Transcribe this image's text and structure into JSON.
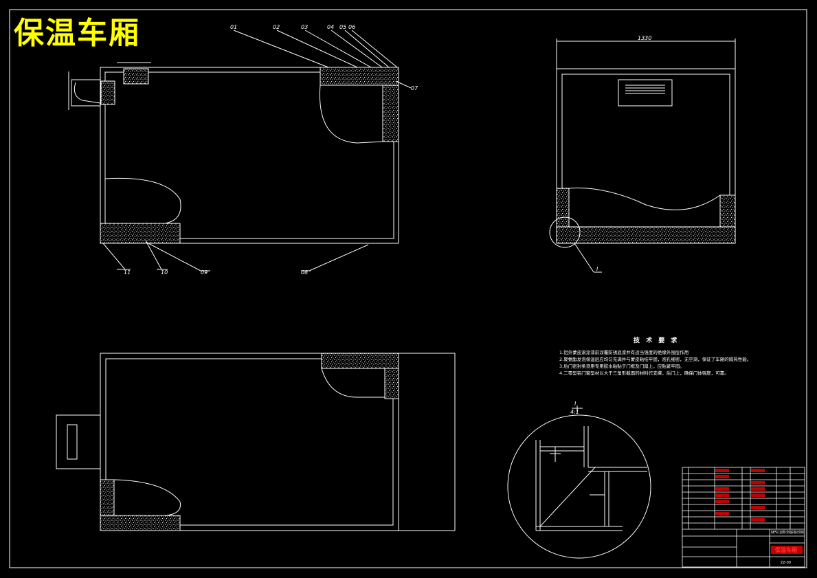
{
  "drawing": {
    "title": "保温车厢",
    "part_labels_top": [
      "01",
      "02",
      "03",
      "04",
      "05",
      "06"
    ],
    "part_label_right": "07",
    "part_labels_bottom": [
      "11",
      "10",
      "09",
      "08"
    ],
    "dim_top_width": "1330",
    "section_label": "I",
    "detail_label": "I",
    "detail_scale": "4:1"
  },
  "tech_req": {
    "heading": "技 术 要 求",
    "items": [
      "1.铝外蒙皮滚涂漆前涂覆防锈底漆并有适当强度的绝缘外围层作用",
      "2.聚氨酯发泡保温层应均匀充满并与蒙皮粘结牢固，泡孔细密，无空洞，保证了车厢的隔热性能。",
      "3.后门密封条须用专用胶水粘贴于门框及门扇上，应贴紧牢固。",
      "4.二零型铝门窗型材以大于三角形截面的材料作支撑，后门上，确保门体强度，可靠。"
    ]
  },
  "title_block": {
    "name": "保温车厢",
    "drawing_no": "ZZ-00",
    "company": "某某汽车工业有限公司保温车厢设计项目组",
    "rows": 10
  }
}
